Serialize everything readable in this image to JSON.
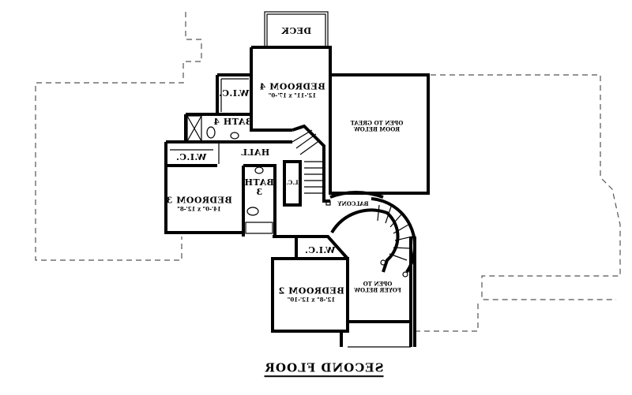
{
  "plan": {
    "title": "SECOND FLOOR",
    "mirrored": true,
    "rooms": {
      "deck": {
        "name": "DECK"
      },
      "bedroom4": {
        "name": "BEDROOM 4",
        "dims": "12'-11\" x 17'-0\""
      },
      "wic4": {
        "name": "W.I.C."
      },
      "bath4": {
        "name": "BATH 4"
      },
      "great_room": {
        "line1": "OPEN TO GREAT",
        "line2": "ROOM BELOW"
      },
      "hall": {
        "name": "HALL"
      },
      "wic3": {
        "name": "W.I.C."
      },
      "bath3": {
        "line1": "BATH",
        "line2": "3"
      },
      "linen": {
        "name": "L.C."
      },
      "bedroom3": {
        "name": "BEDROOM 3",
        "dims": "14'-0\" x 12'-8\""
      },
      "balcony": {
        "name": "BALCONY"
      },
      "wic2": {
        "name": "W.I.C."
      },
      "bedroom2": {
        "name": "BEDROOM 2",
        "dims": "12'-8\" x 12'-10\""
      },
      "foyer": {
        "line1": "OPEN TO",
        "line2": "FOYER BELOW"
      }
    }
  }
}
